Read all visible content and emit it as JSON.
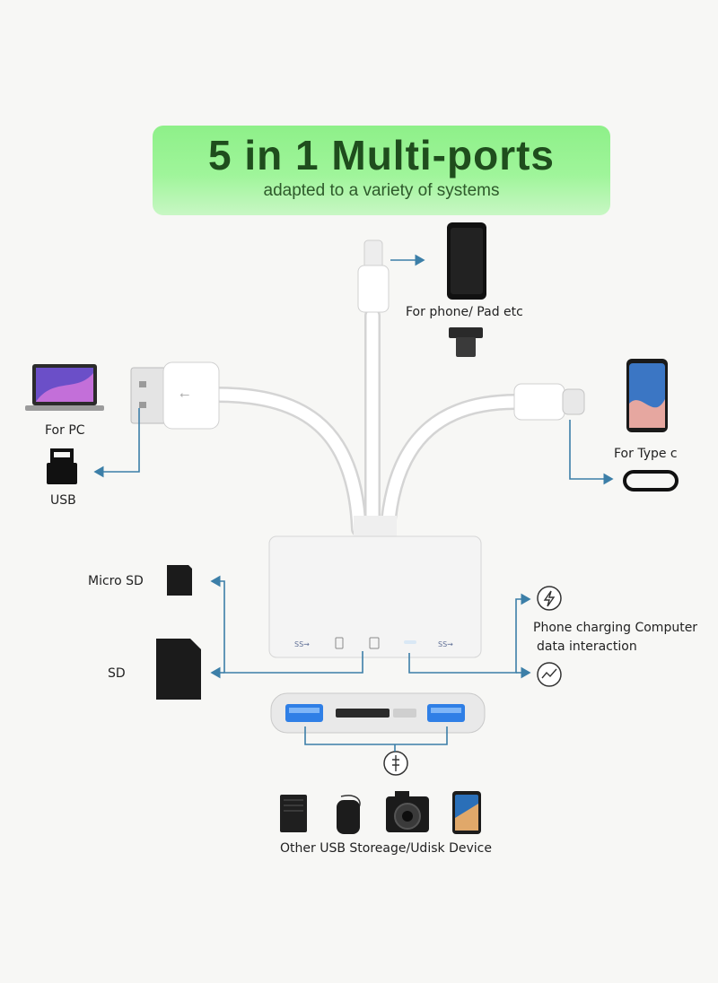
{
  "banner": {
    "title": "5 in 1 Multi-ports",
    "subtitle": "adapted to a variety of systems"
  },
  "labels": {
    "phone_pad": "For  phone/ Pad etc",
    "for_pc": "For PC",
    "usb": "USB",
    "type_c": "For Type c",
    "micro_sd": "Micro SD",
    "sd": "SD",
    "charging_line1": "Phone charging Computer",
    "charging_line2": "data interaction",
    "other_usb": "Other USB Storeage/Udisk Device"
  },
  "colors": {
    "banner_green": "#9ff59a",
    "banner_text": "#1f4d1d",
    "arrow_blue": "#3c7fa8",
    "device_dark": "#1b1b1b",
    "hub_white": "#f2f2f2",
    "usb_blue": "#2f7fe6"
  },
  "icons": [
    "lightning-connector-icon",
    "usb-a-connector-icon",
    "type-c-connector-icon",
    "laptop-icon",
    "smartphone-icon",
    "usb-plug-icon",
    "type-c-port-icon",
    "micro-sd-card-icon",
    "sd-card-icon",
    "charging-icon",
    "data-icon",
    "usb-symbol-icon",
    "hard-drive-icon",
    "flash-drive-icon",
    "camera-icon",
    "phone-icon"
  ]
}
